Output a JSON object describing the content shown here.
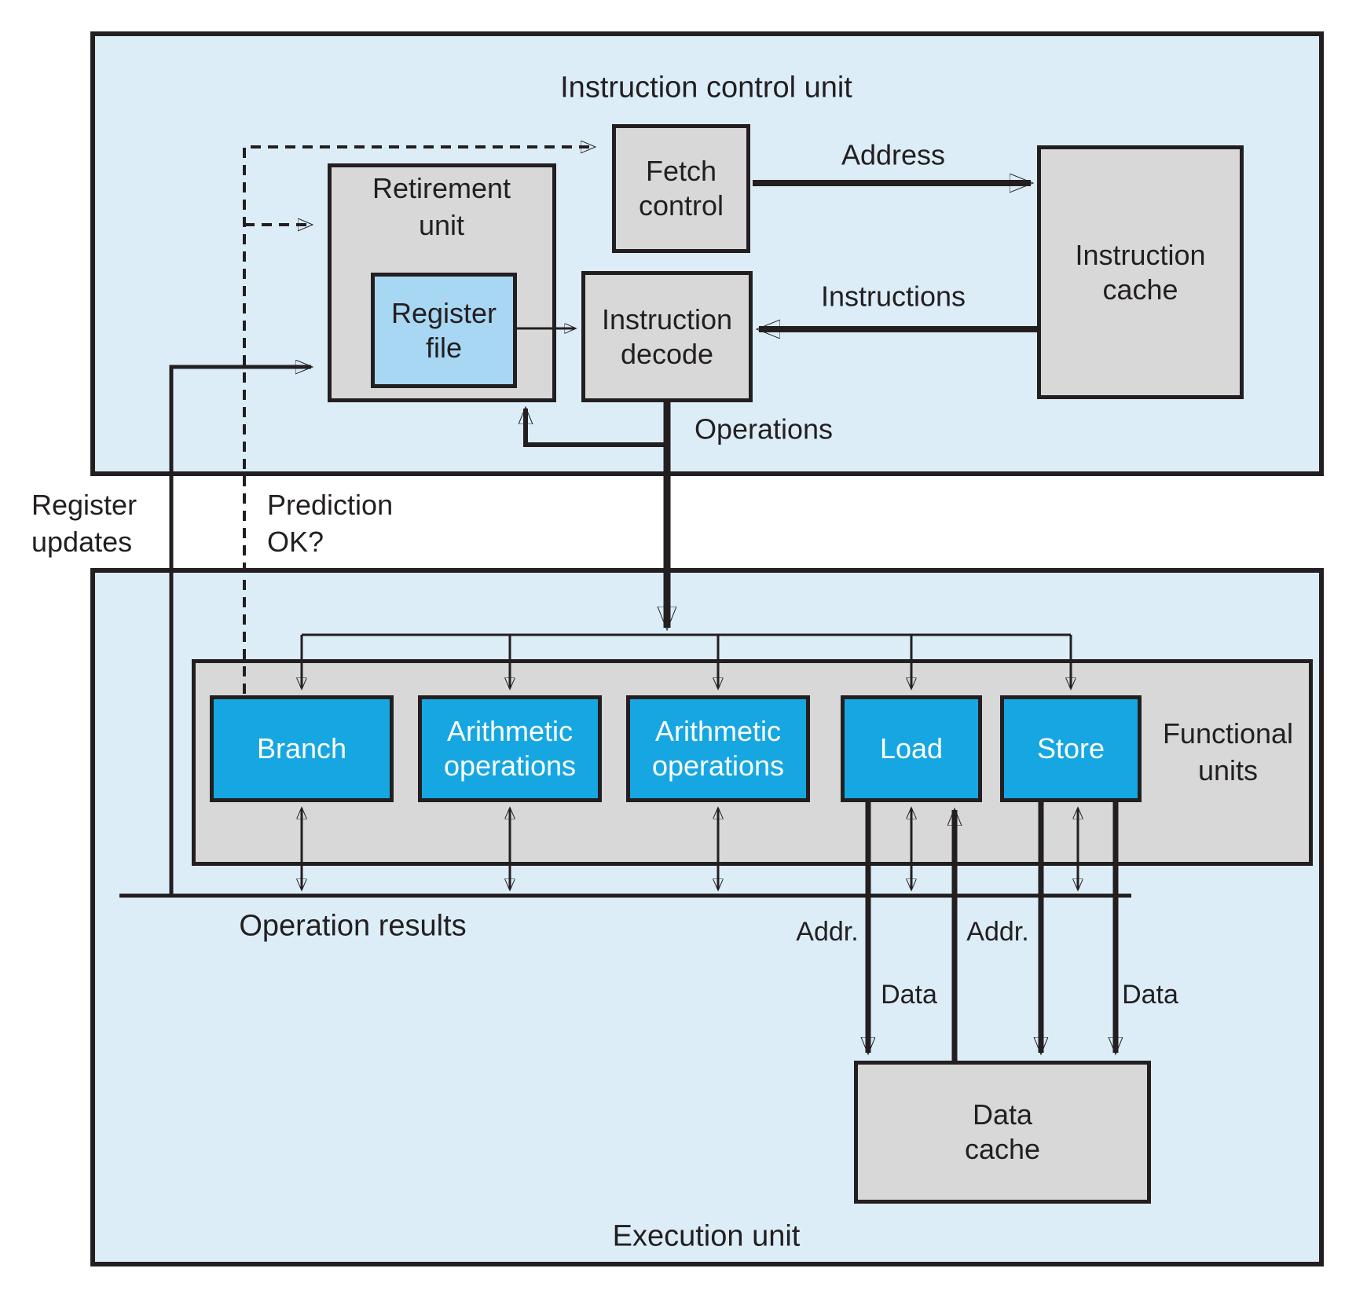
{
  "colors": {
    "background_blue": "#dcedf8",
    "box_gray": "#d8d8d8",
    "functional_cyan": "#16a7e2",
    "register_file_blue": "#a8d7f3",
    "line_black": "#231f20"
  },
  "instruction_control_unit": {
    "title": "Instruction control unit",
    "retirement_unit_label": "Retirement\nunit",
    "register_file_label": "Register\nfile",
    "fetch_control_label": "Fetch\ncontrol",
    "instruction_decode_label": "Instruction\ndecode",
    "instruction_cache_label": "Instruction\ncache"
  },
  "execution_unit": {
    "title": "Execution unit",
    "functional_units_label": "Functional\nunits",
    "branch_label": "Branch",
    "arithmetic_1_label": "Arithmetic\noperations",
    "arithmetic_2_label": "Arithmetic\noperations",
    "load_label": "Load",
    "store_label": "Store",
    "data_cache_label": "Data\ncache"
  },
  "flow_labels": {
    "address": "Address",
    "instructions": "Instructions",
    "operations": "Operations",
    "register_updates": "Register\nupdates",
    "prediction_ok": "Prediction\nOK?",
    "operation_results": "Operation results",
    "load_addr": "Addr.",
    "load_data": "Data",
    "store_addr": "Addr.",
    "store_data": "Data"
  }
}
